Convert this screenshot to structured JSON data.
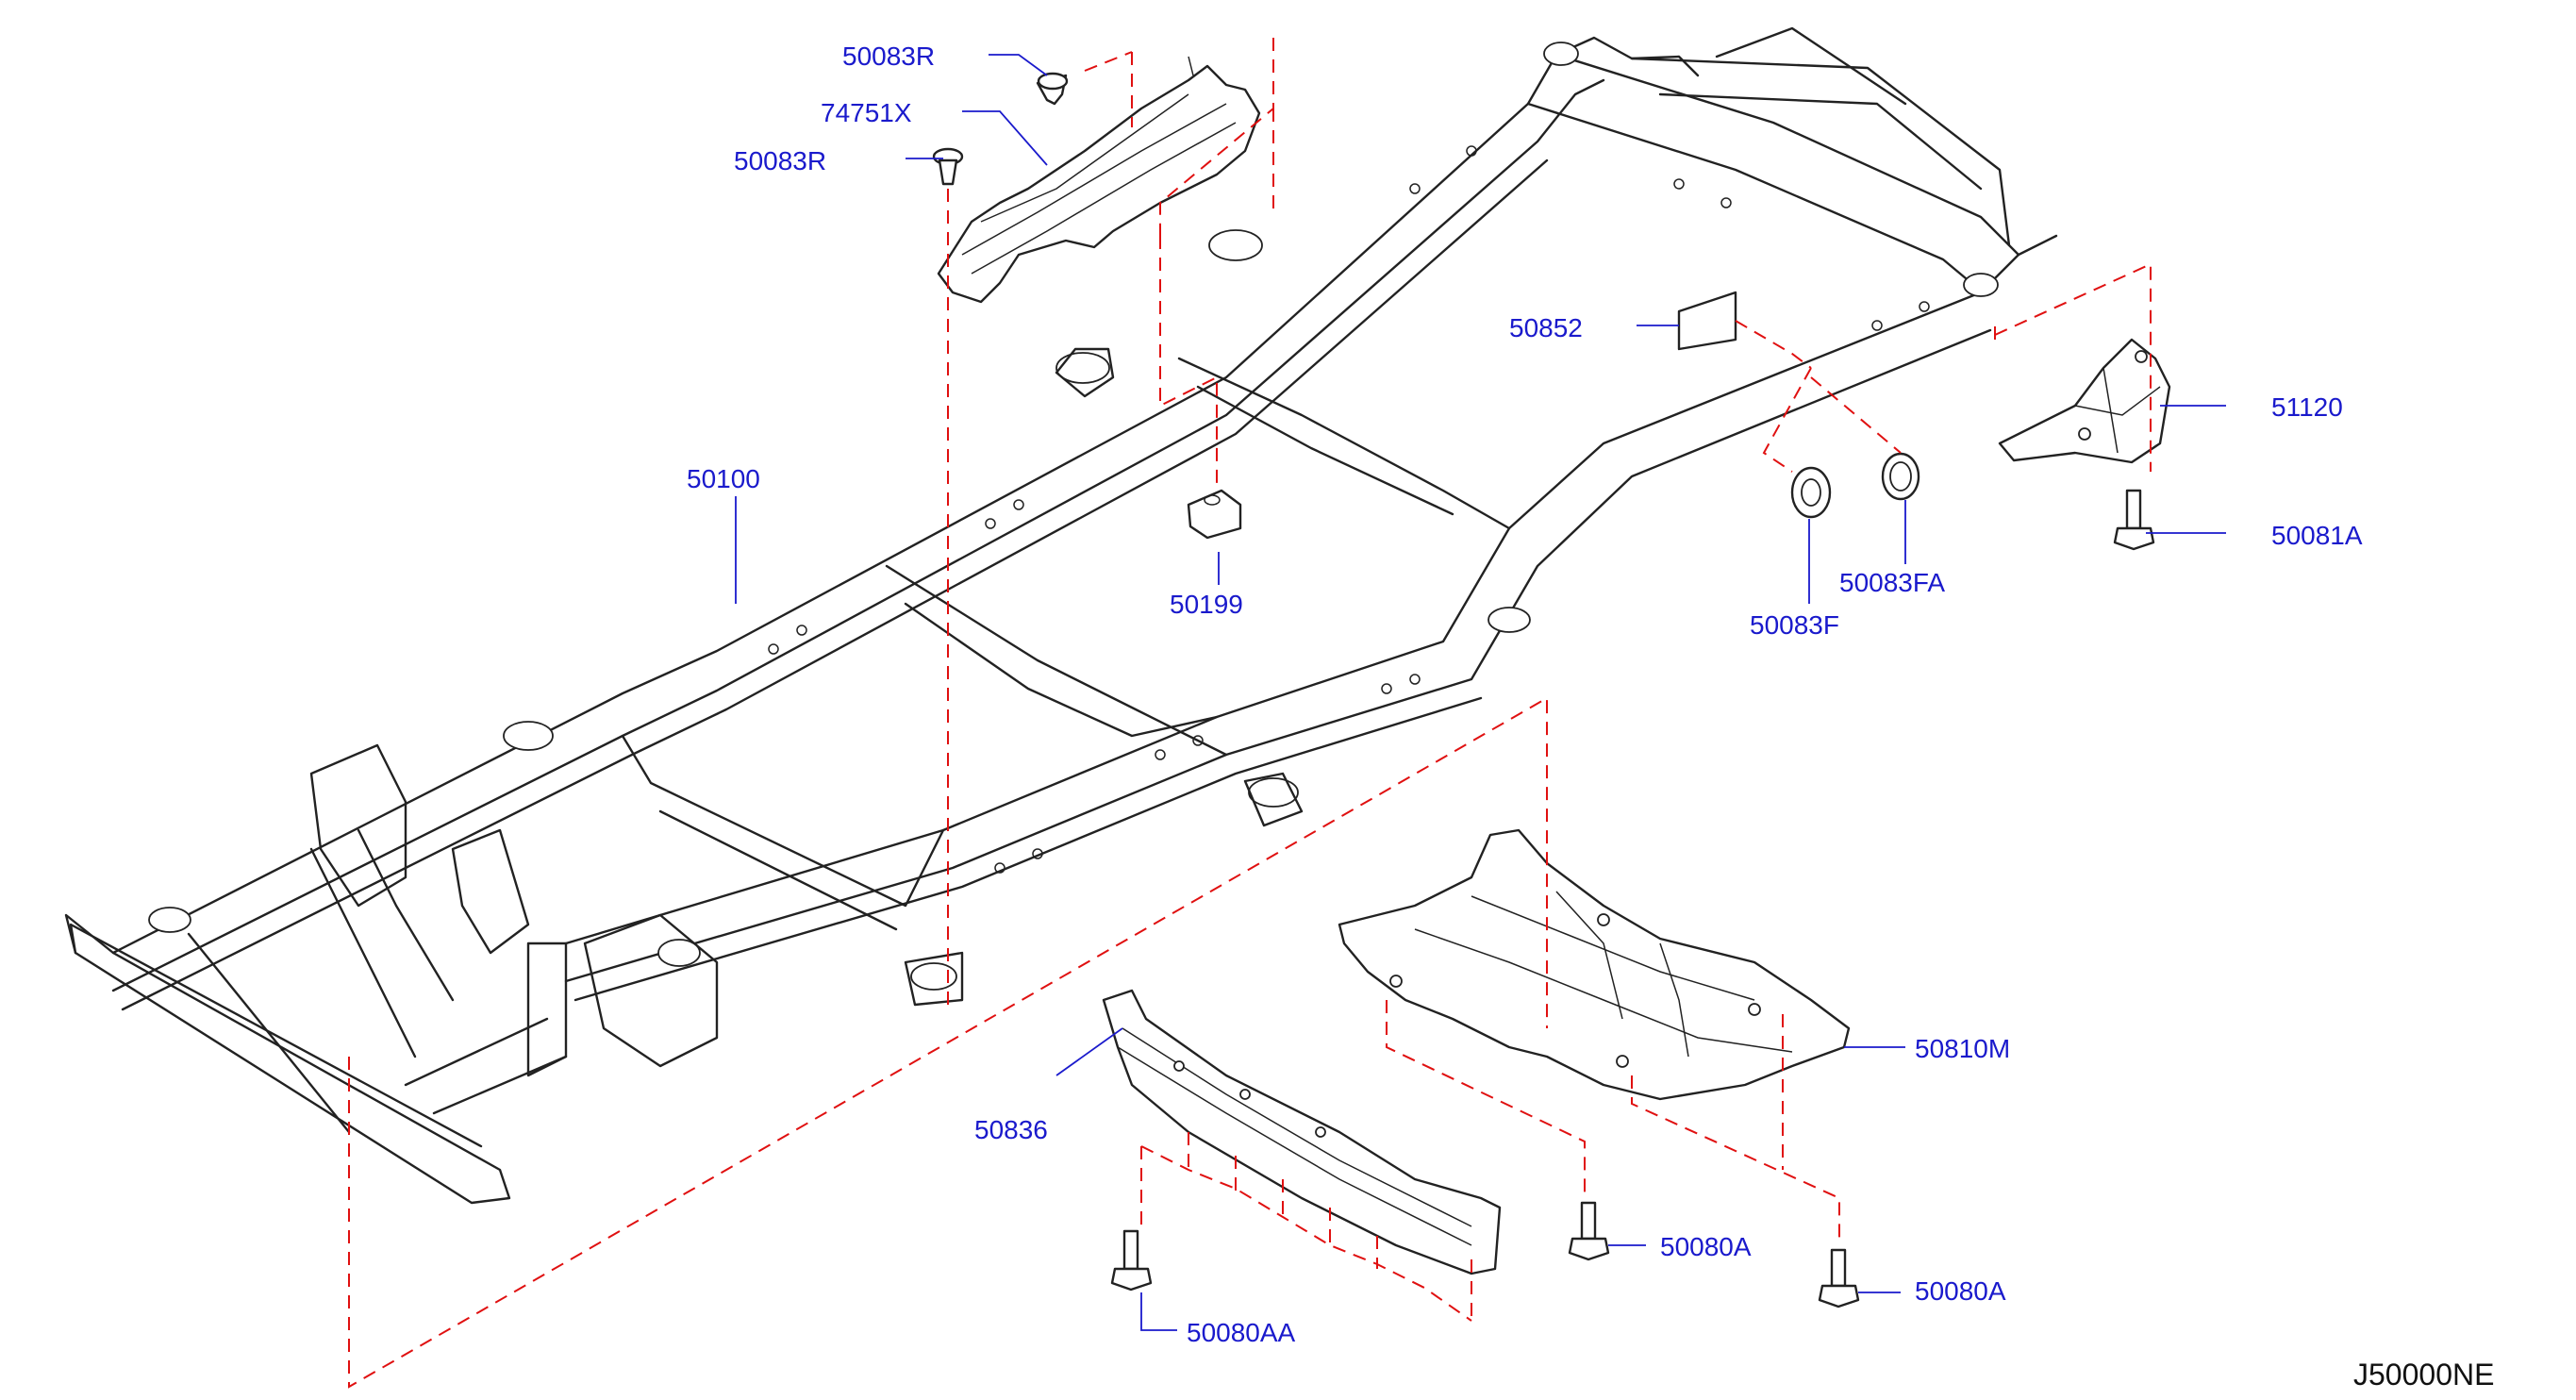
{
  "diagram": {
    "code": "J50000NE",
    "labels": [
      {
        "id": "50083R-top",
        "text": "50083R"
      },
      {
        "id": "74751X",
        "text": "74751X"
      },
      {
        "id": "50083R-mid",
        "text": "50083R"
      },
      {
        "id": "50100",
        "text": "50100"
      },
      {
        "id": "50199",
        "text": "50199"
      },
      {
        "id": "50852",
        "text": "50852"
      },
      {
        "id": "51120",
        "text": "51120"
      },
      {
        "id": "50081A",
        "text": "50081A"
      },
      {
        "id": "50083FA",
        "text": "50083FA"
      },
      {
        "id": "50083F",
        "text": "50083F"
      },
      {
        "id": "50810M",
        "text": "50810M"
      },
      {
        "id": "50836",
        "text": "50836"
      },
      {
        "id": "50080A-1",
        "text": "50080A"
      },
      {
        "id": "50080A-2",
        "text": "50080A"
      },
      {
        "id": "50080AA",
        "text": "50080AA"
      }
    ]
  }
}
